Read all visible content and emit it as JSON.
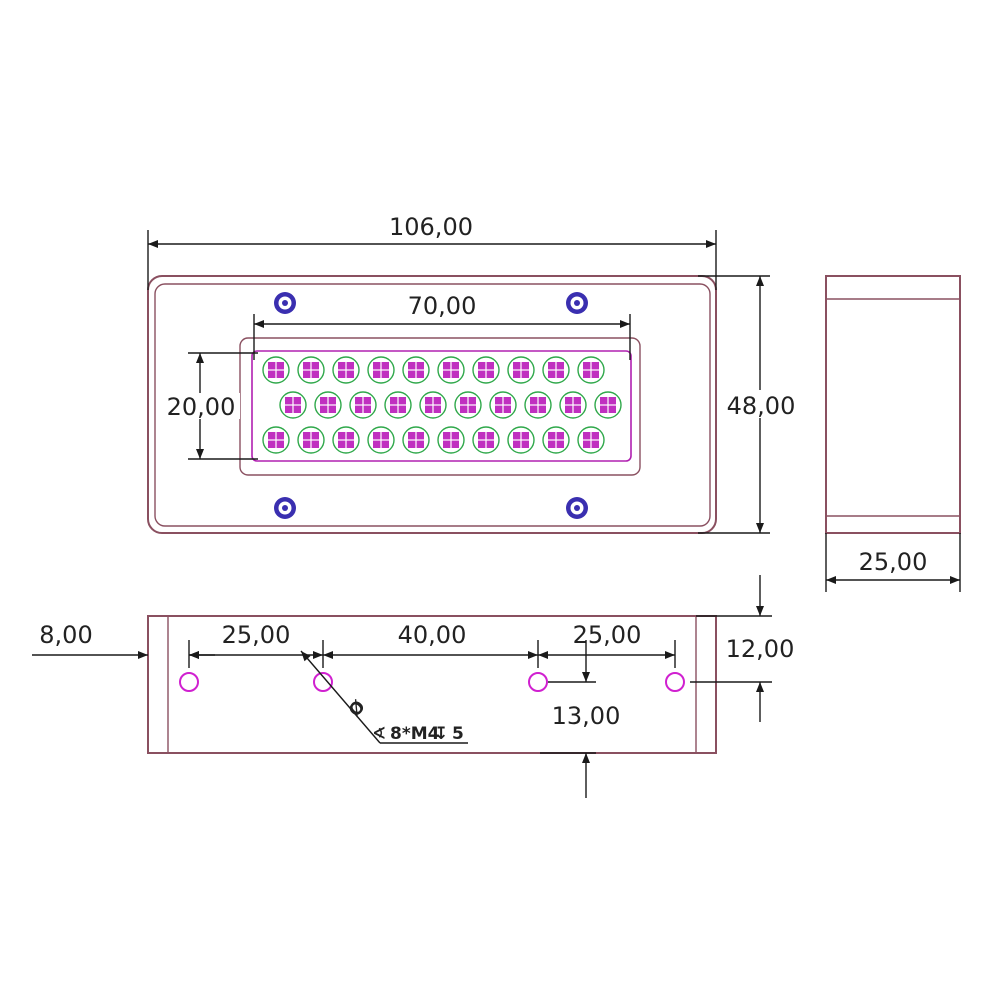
{
  "drawing": {
    "front_view": {
      "overall_width": "106,00",
      "overall_height": "48,00",
      "array_width": "70,00",
      "array_height": "20,00",
      "led_rows": [
        10,
        10,
        10
      ],
      "screw_count": 4
    },
    "side_view": {
      "depth": "25,00"
    },
    "bottom_view": {
      "edge_offset": "8,00",
      "spacing_left": "25,00",
      "spacing_middle": "40,00",
      "spacing_right": "25,00",
      "hole_height": "12,00",
      "hole_vertical": "13,00",
      "hole_note": "8*M4",
      "hole_depth": "5",
      "hole_count": 4
    },
    "colors": {
      "body_outline": "#8a5060",
      "led_array_border": "#b020b0",
      "led_ring": "#2fa84a",
      "led_chip": "#c030c0",
      "screw": "#3a2fb0",
      "mount_hole": "#d020d0"
    }
  }
}
